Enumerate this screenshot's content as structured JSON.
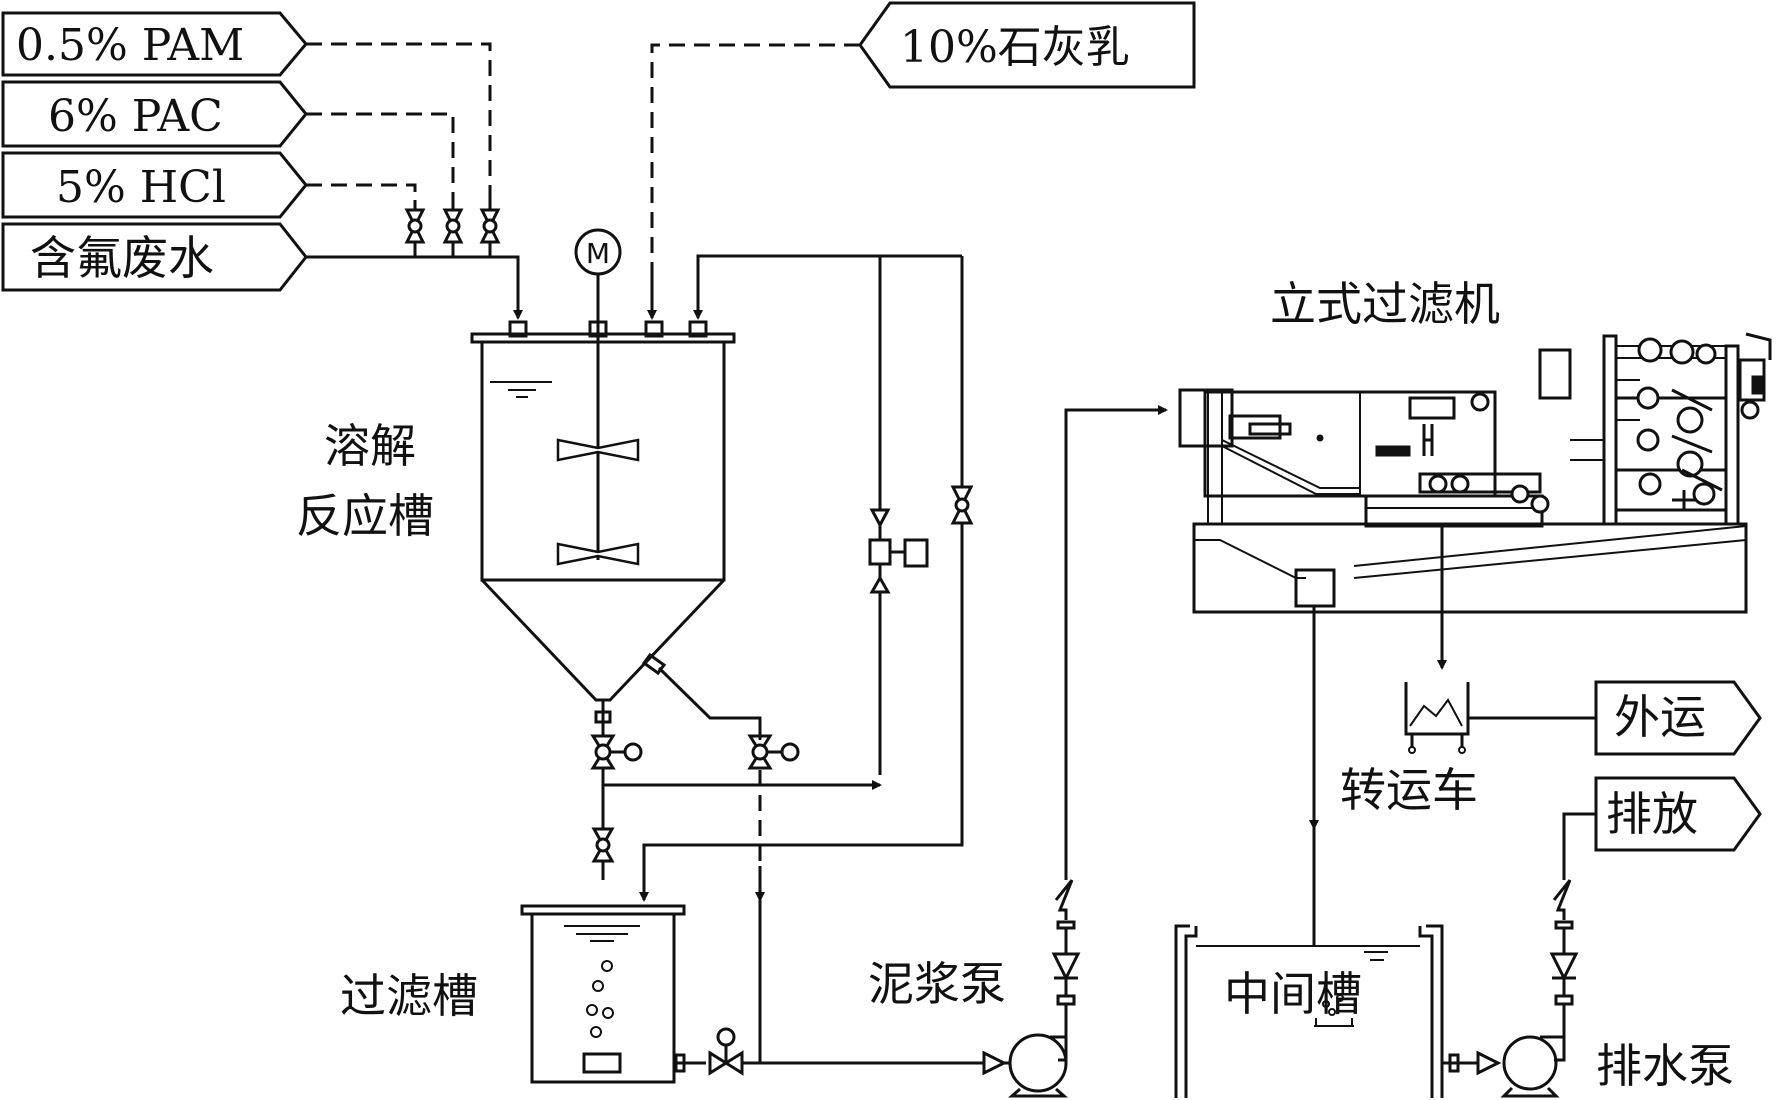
{
  "inputs": {
    "pam": "0.5% PAM",
    "pac": "6% PAC",
    "hcl": "5% HCl",
    "wastewater": "含氟废水",
    "lime": "10%石灰乳"
  },
  "equipment": {
    "reactor_line1": "溶解",
    "reactor_line2": "反应槽",
    "filter_tank": "过滤槽",
    "slurry_pump": "泥浆泵",
    "vertical_filter": "立式过滤机",
    "transfer_cart": "转运车",
    "intermediate_tank": "中间槽",
    "drain_pump": "排水泵",
    "motor": "M"
  },
  "outputs": {
    "external_transport": "外运",
    "discharge": "排放"
  }
}
